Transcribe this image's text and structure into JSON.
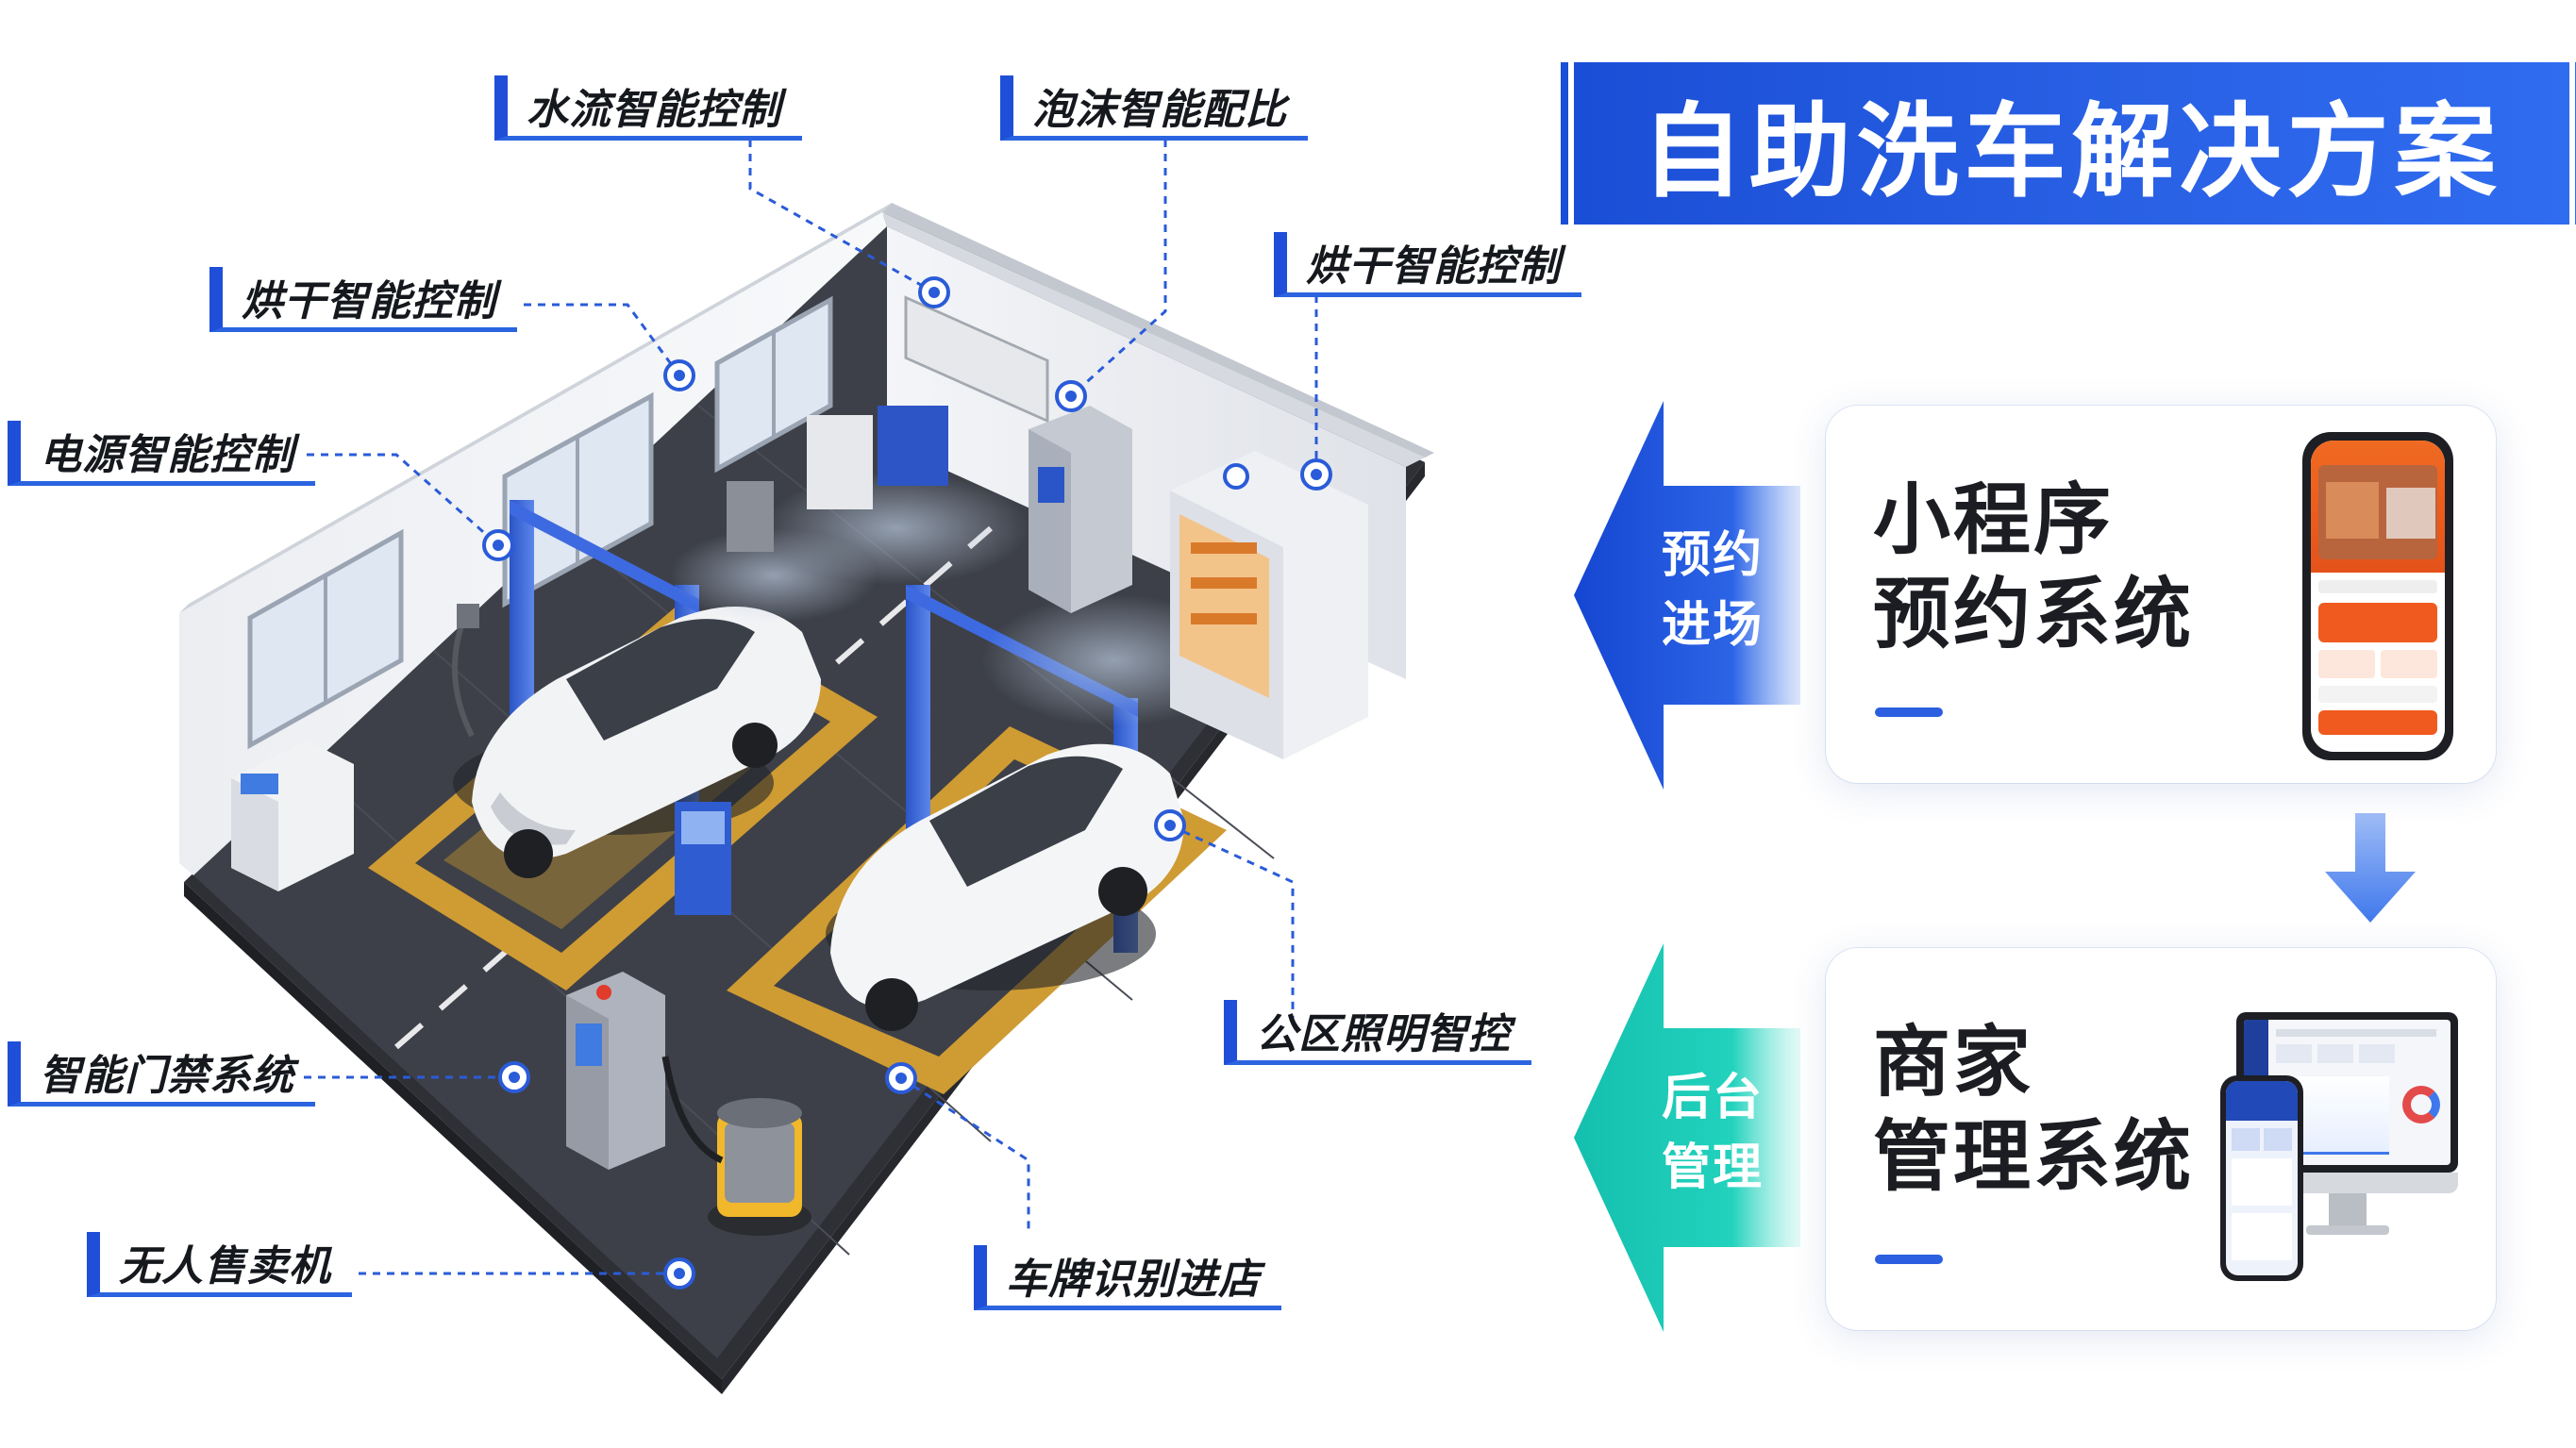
{
  "title": "自助洗车解决方案",
  "callouts": {
    "water_flow": "水流智能控制",
    "foam_ratio": "泡沫智能配比",
    "drying_left": "烘干智能控制",
    "drying_right": "烘干智能控制",
    "power": "电源智能控制",
    "access_control": "智能门禁系统",
    "vending": "无人售卖机",
    "lighting": "公区照明智控",
    "plate_recognition": "车牌识别进店"
  },
  "booking_card": {
    "flag_line1": "预约",
    "flag_line2": "进场",
    "title_line1": "小程序",
    "title_line2": "预约系统"
  },
  "merchant_card": {
    "flag_line1": "后台",
    "flag_line2": "管理",
    "title_line1": "商家",
    "title_line2": "管理系统"
  },
  "colors": {
    "brand_blue": "#1f4fd8",
    "teal": "#1fc9b4",
    "floor": "#3a3d45",
    "wash_bay": "#d9a53a",
    "app_orange": "#f05a1e"
  },
  "icons": [
    "callout-dot-icon",
    "down-arrow-icon",
    "phone-device-icon",
    "desktop-monitor-icon"
  ]
}
